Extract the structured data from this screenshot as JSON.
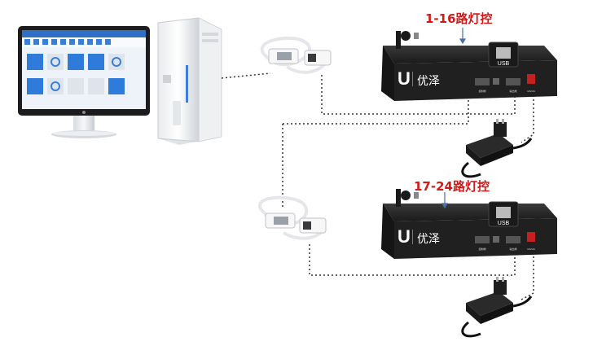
{
  "labels": {
    "group1": "1-16路灯控",
    "group2": "17-24路灯控"
  },
  "brand": {
    "logo_letter": "U",
    "name": "优泽"
  },
  "ports": {
    "usb": "USB",
    "left": "控制端",
    "mid": "输出端",
    "power": "12V/2A"
  },
  "colors": {
    "label_red": "#d11a1a",
    "box_black": "#1e1e1e",
    "cable_white": "#f2f2f2",
    "wire_dotted": "#333333",
    "screen_blue": "#3a7fd6"
  }
}
